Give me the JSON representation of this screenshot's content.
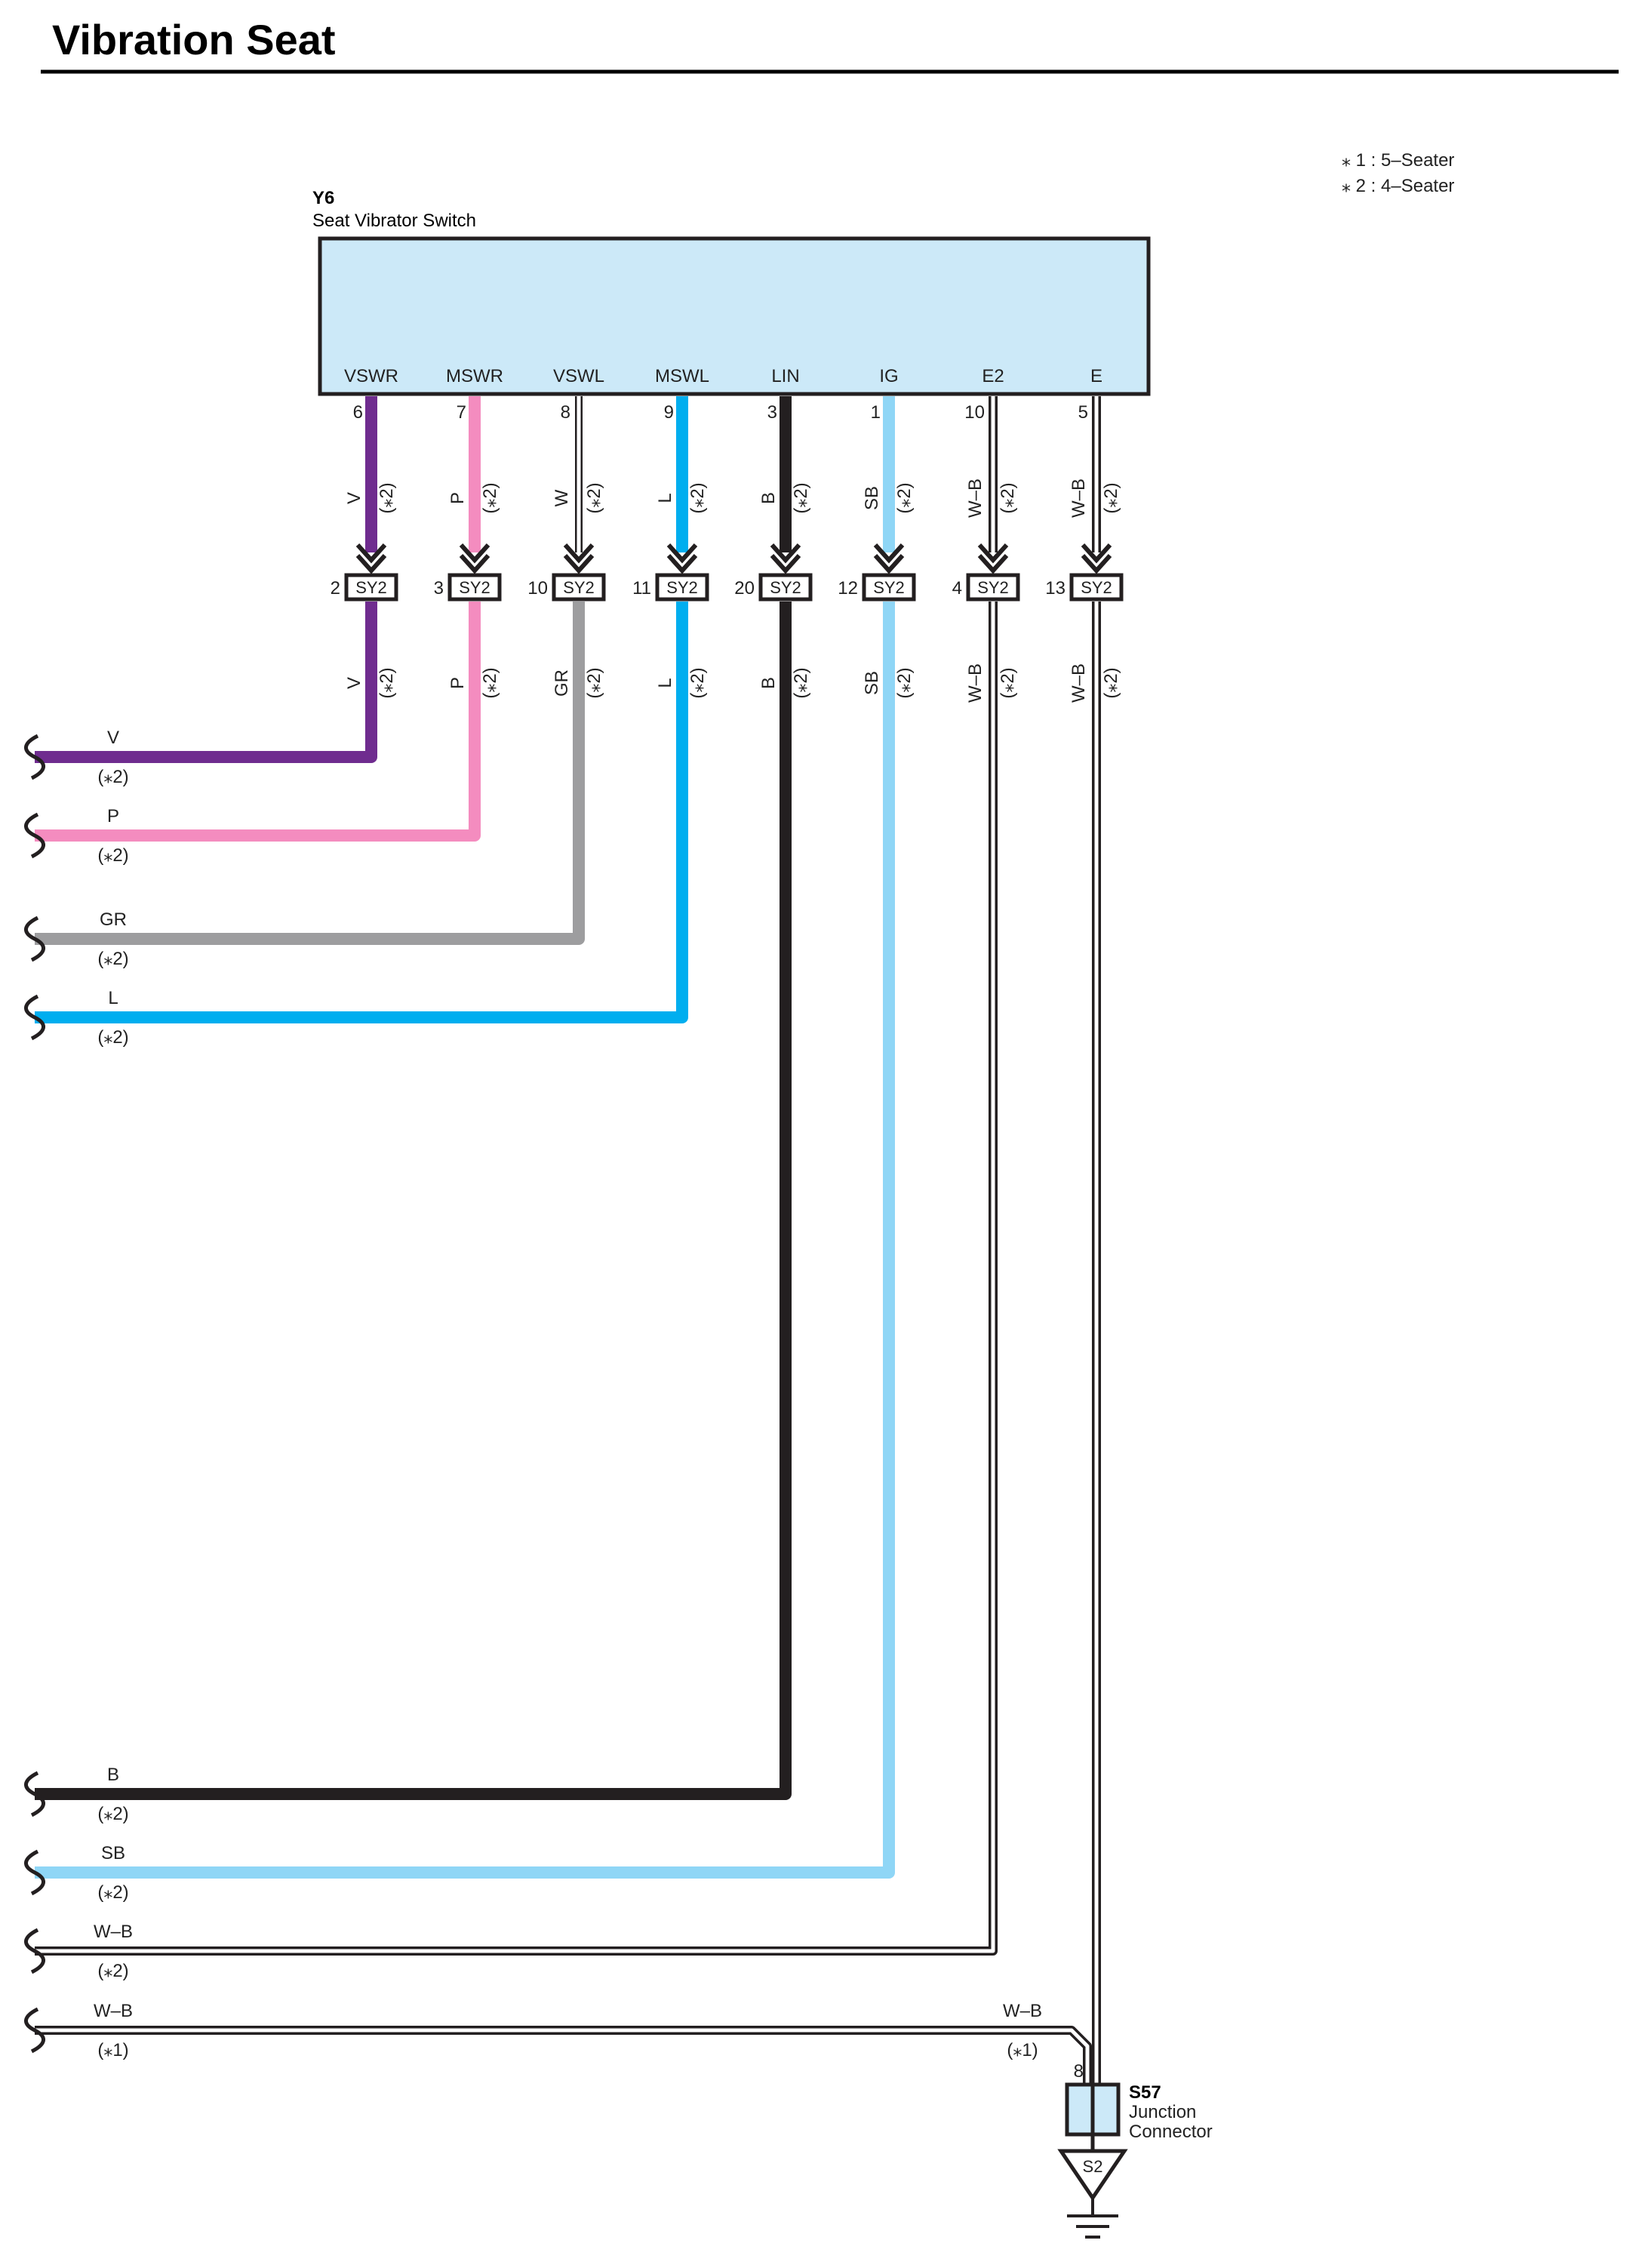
{
  "page": {
    "title": "Vibration Seat"
  },
  "legend": [
    {
      "label": "⁎ 1 : 5–Seater"
    },
    {
      "label": "⁎ 2 : 4–Seater"
    }
  ],
  "colors": {
    "switch_fill": "#cce9f8",
    "V": "#6f2c8f",
    "P": "#f48cbf",
    "W": "#ffffff",
    "GR": "#9d9d9f",
    "L": "#00aeef",
    "B": "#231f20",
    "SB": "#8fd6f6",
    "W-B": "#ffffff"
  },
  "switch": {
    "code": "Y6",
    "name": "Seat Vibrator Switch",
    "terminals": [
      {
        "name": "VSWR",
        "pin": "6",
        "color_code": "V",
        "note": "(⁎2)",
        "sy2_pin": "2",
        "lower_color_code": "V",
        "lower_note": "(⁎2)"
      },
      {
        "name": "MSWR",
        "pin": "7",
        "color_code": "P",
        "note": "(⁎2)",
        "sy2_pin": "3",
        "lower_color_code": "P",
        "lower_note": "(⁎2)"
      },
      {
        "name": "VSWL",
        "pin": "8",
        "color_code": "W",
        "note": "(⁎2)",
        "sy2_pin": "10",
        "lower_color_code": "GR",
        "lower_note": "(⁎2)"
      },
      {
        "name": "MSWL",
        "pin": "9",
        "color_code": "L",
        "note": "(⁎2)",
        "sy2_pin": "11",
        "lower_color_code": "L",
        "lower_note": "(⁎2)"
      },
      {
        "name": "LIN",
        "pin": "3",
        "color_code": "B",
        "note": "(⁎2)",
        "sy2_pin": "20",
        "lower_color_code": "B",
        "lower_note": "(⁎2)"
      },
      {
        "name": "IG",
        "pin": "1",
        "color_code": "SB",
        "note": "(⁎2)",
        "sy2_pin": "12",
        "lower_color_code": "SB",
        "lower_note": "(⁎2)"
      },
      {
        "name": "E2",
        "pin": "10",
        "color_code": "W–B",
        "note": "(⁎2)",
        "sy2_pin": "4",
        "lower_color_code": "W–B",
        "lower_note": "(⁎2)"
      },
      {
        "name": "E",
        "pin": "5",
        "color_code": "W–B",
        "note": "(⁎2)",
        "sy2_pin": "13",
        "lower_color_code": "W–B",
        "lower_note": "(⁎2)"
      }
    ]
  },
  "connector": {
    "code": "SY2"
  },
  "outputs": [
    {
      "color_code": "V",
      "note": "(⁎2)"
    },
    {
      "color_code": "P",
      "note": "(⁎2)"
    },
    {
      "color_code": "GR",
      "note": "(⁎2)"
    },
    {
      "color_code": "L",
      "note": "(⁎2)"
    },
    {
      "color_code": "B",
      "note": "(⁎2)"
    },
    {
      "color_code": "SB",
      "note": "(⁎2)"
    },
    {
      "color_code": "W–B",
      "note": "(⁎2)"
    },
    {
      "color_code": "W–B",
      "note": "(⁎1)"
    }
  ],
  "junction": {
    "code": "S57",
    "name_line1": "Junction",
    "name_line2": "Connector",
    "pin": "8",
    "wire_color_code": "W–B",
    "wire_note": "(⁎1)"
  },
  "ground": {
    "code": "S2"
  }
}
